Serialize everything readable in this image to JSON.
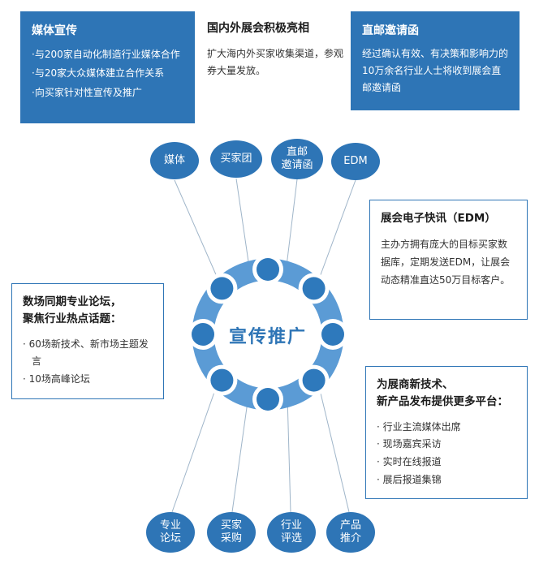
{
  "colors": {
    "primary_blue": "#2E75B6",
    "ring_blue": "#5B9BD5",
    "dot_blue": "#2E79BC",
    "connector_gray": "#9FB5C9"
  },
  "top_left_box": {
    "title": "媒体宣传",
    "items": [
      "·与200家自动化制造行业媒体合作",
      "·与20家大众媒体建立合作关系",
      "·向买家针对性宣传及推广"
    ]
  },
  "top_middle": {
    "title": "国内外展会积极亮相",
    "body": "扩大海内外买家收集渠道，参观券大量发放。"
  },
  "top_right_box": {
    "title": "直邮邀请函",
    "body": "经过确认有效、有决策和影响力的10万余名行业人士将收到展会直邮邀请函"
  },
  "hub": {
    "label": "宣传推广"
  },
  "nodes_top": [
    {
      "label": "媒体"
    },
    {
      "label": "买家团"
    },
    {
      "label": "直邮\n邀请函"
    },
    {
      "label": "EDM"
    }
  ],
  "nodes_bottom": [
    {
      "label": "专业\n论坛"
    },
    {
      "label": "买家\n采购"
    },
    {
      "label": "行业\n评选"
    },
    {
      "label": "产品\n推介"
    }
  ],
  "edm_box": {
    "title": "展会电子快讯（EDM）",
    "body": "主办方拥有庞大的目标买家数据库，定期发送EDM，让展会动态精准直达50万目标客户。"
  },
  "forum_box": {
    "title": "数场同期专业论坛，\n聚焦行业热点话题：",
    "items": [
      "· 60场新技术、新市场主题发言",
      "· 10场高峰论坛"
    ]
  },
  "platform_box": {
    "title": "为展商新技术、\n新产品发布提供更多平台：",
    "items": [
      "· 行业主流媒体出席",
      "· 现场嘉宾采访",
      "· 实时在线报道",
      "· 展后报道集锦"
    ]
  }
}
